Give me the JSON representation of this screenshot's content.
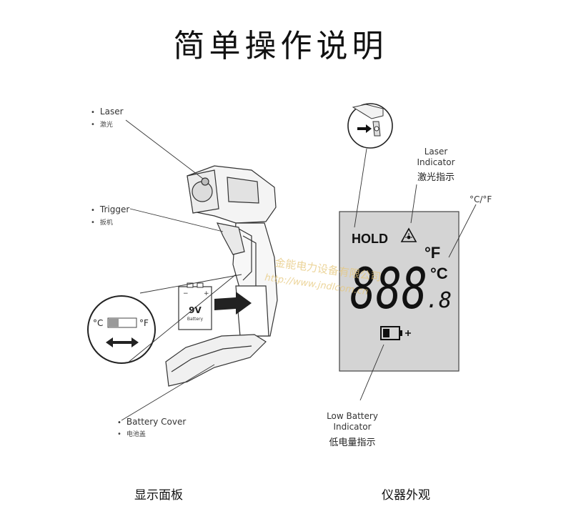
{
  "title": "简单操作说明",
  "left": {
    "laser_en": "Laser",
    "laser_cn": "激光",
    "trigger_en": "Trigger",
    "trigger_cn": "扳机",
    "battery_cover_en": "Battery Cover",
    "battery_cover_cn": "电池盖",
    "switch_c": "°C",
    "switch_f": "°F",
    "battery_voltage": "9V",
    "battery_word": "Battery",
    "battery_minus": "−",
    "battery_plus": "+"
  },
  "right": {
    "laser_indicator_en_1": "Laser",
    "laser_indicator_en_2": "Indicator",
    "laser_indicator_cn": "激光指示",
    "unit_label": "°C/°F",
    "hold": "HOLD",
    "display_digits": "888",
    "display_decimal": ".8",
    "unit_f": "°F",
    "unit_c": "°C",
    "low_battery_en_1": "Low Battery",
    "low_battery_en_2": "Indicator",
    "low_battery_cn": "低电量指示"
  },
  "watermark": {
    "cn": "金能电力设备有限公司",
    "url": "http://www.jndlcom.cn"
  },
  "captions": {
    "left": "显示面板",
    "right": "仪器外观"
  },
  "colors": {
    "lcd_bg": "#d4d4d4",
    "line": "#333333",
    "watermark": "#e6c77a"
  }
}
